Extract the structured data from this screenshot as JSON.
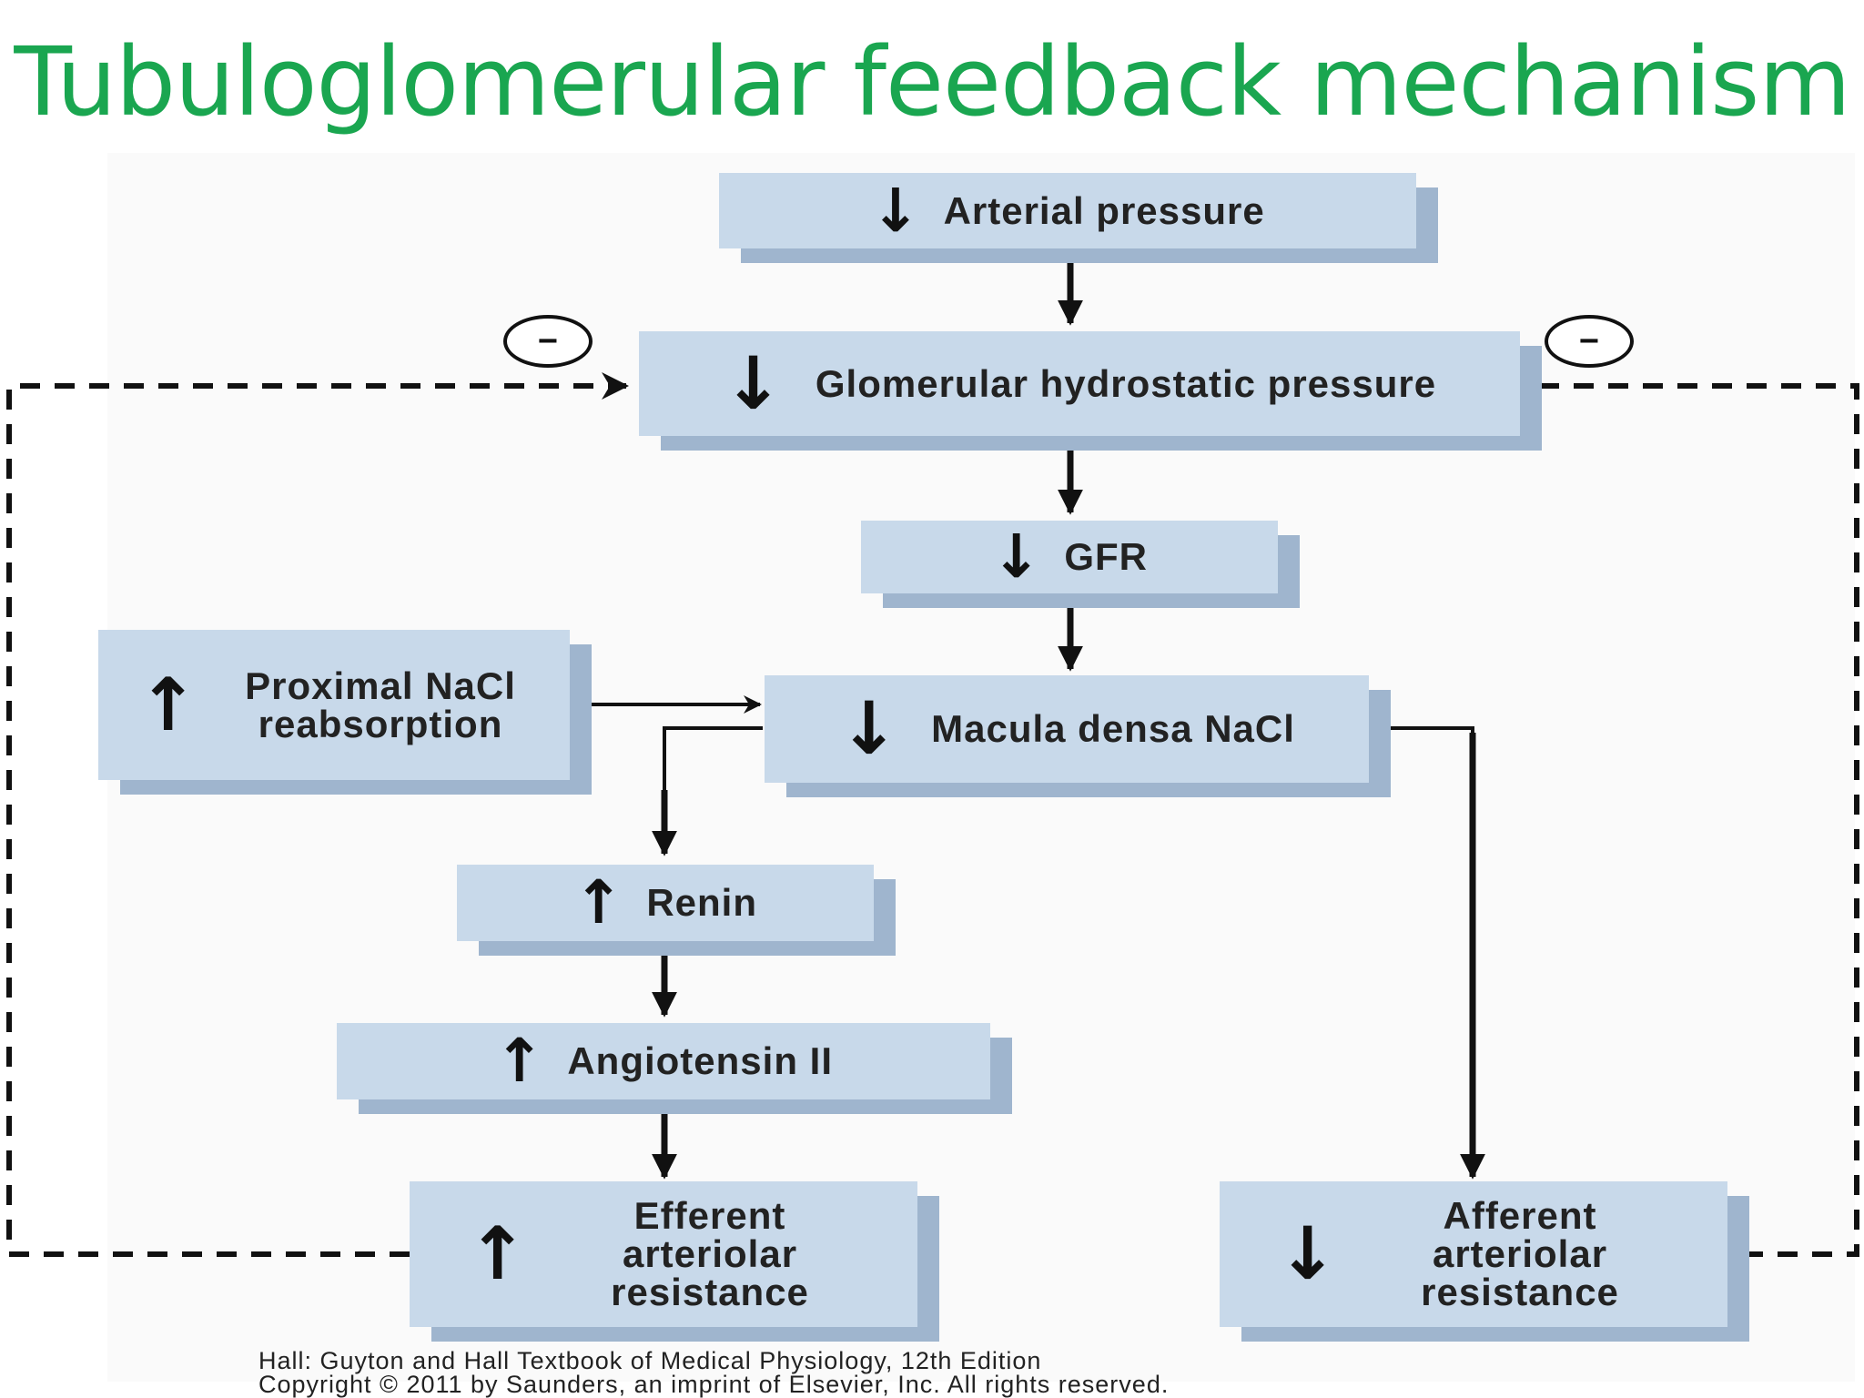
{
  "slide": {
    "title": "Tubuloglomerular feedback mechanism"
  },
  "symbols": {
    "decrease": "↓",
    "increase": "↑",
    "inhibit": "−"
  },
  "boxes": {
    "arterial_pressure": "Arterial pressure",
    "glomerular_pressure": "Glomerular hydrostatic pressure",
    "gfr": "GFR",
    "proximal_nacl": "Proximal NaCl reabsorption",
    "macula_densa": "Macula densa NaCl",
    "renin": "Renin",
    "angiotensin": "Angiotensin II",
    "efferent": "Efferent arteriolar resistance",
    "afferent": "Afferent arteriolar resistance"
  },
  "credit": {
    "line1": "Hall: Guyton and Hall Textbook of Medical Physiology, 12th Edition",
    "line2": "Copyright © 2011 by Saunders, an imprint of Elsevier, Inc. All rights reserved."
  },
  "colors": {
    "title": "#1aa650",
    "box": "#c8d9ea",
    "box_shadow": "#9fb5ce",
    "line": "#111111"
  }
}
